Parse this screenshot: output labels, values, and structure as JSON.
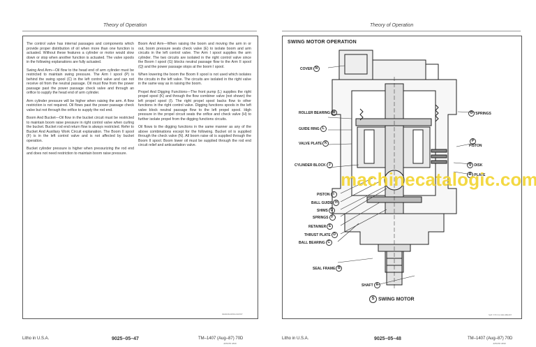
{
  "left_page": {
    "header": "Theory of Operation",
    "col1": [
      "The control valve has internal passages and components which provide proper distribution of oil when more than one function is actuated. Without these features a cylinder or motor would slow down or stop when another function is actuated. The valve spools in the following explanations are fully actuated.",
      "Swing And Arm—Oil flow to the head end of arm cylinder must be restricted to maintain swing pressure. The Arm I spool (P) is behind the swing spool (C) in the left control valve and can not receive oil from the neutral passage. Oil must flow from the power passage past the power passage check valve and through an orifice to supply the head end of arm cylinder.",
      "Arm cylinder pressure will be higher when raising the arm. A flow restriction is not required. Oil flows past the power passage check valve but not through the orifice to supply the rod end.",
      "Boom And Bucket—Oil flow in the bucket circuit must be restricted to maintain boom raise pressure in right control valve when curling the bucket. Bucket rod end return flow is always restricted. Refer to Bucket And Auxiliary Work Circuit explanation. The Boom II spool (F) is in the left control valve and is not affected by bucket operation.",
      "Bucket cylinder pressure is higher when pressurizing the rod end and does not need restriction to maintain boom raise pressure."
    ],
    "col2": [
      "Boom And Arm—When raising the boom and moving the arm in or out, boom pressure seats check valve (E) to isolate boom and arm circuits in the left control valve. The Arm I spool supplies the arm cylinder. The two circuits are isolated in the right control valve since the Boom I spool (G) blocks neutral passage flow to the Arm II spool (Q) and the power passage stops at the boom I spool.",
      "When lowering the boom the Boom II spool is not used which isolates the circuits in the left valve. The circuits are isolated in the right valve in the same way as in raising the boom.",
      "Propel And Digging Functions—The front pump (L) supplies the right propel spool (K) and through the flow combiner valve (not shown) the left propel spool (I). The right propel spool backs flow to other functions in the right control valve. Digging functions spools in the left valve block neutral passage flow to the left propel spool. High pressure in the propel circuit seats the orifice and check valve (H) to further isolate propel from the digging functions circuits.",
      "Oil flows to the digging functions in the same manner as any of the above combinations except for the following. Bucket oil is supplied through the check valve (N). All boom raise oil is supplied through the Boom II spool. Boom lower oil must be supplied through the rod end circuit relief and anticavitation valve."
    ],
    "col_code": "IM2D08-R059-030787",
    "footer_left": "Litho in U.S.A.",
    "footer_center": "9025–05–47",
    "footer_right": "TM–1407 (Aug–87) 70D",
    "footer_small": "JM5D55 0898"
  },
  "right_page": {
    "header": "Theory of Operation",
    "diagram_title": "SWING MOTOR OPERATION",
    "labels_left": [
      {
        "text": "COVER",
        "letter": "N"
      },
      {
        "text": "ROLLER BEARING",
        "letter": "M"
      },
      {
        "text": "GUIDE RING",
        "letter": "L"
      },
      {
        "text": "VALVE PLATE",
        "letter": "K"
      },
      {
        "text": "CYLINDER BLOCK",
        "letter": "J"
      },
      {
        "text": "PISTON",
        "letter": "I"
      },
      {
        "text": "BALL GUIDE",
        "letter": "H"
      },
      {
        "text": "SHIMS",
        "letter": "G"
      },
      {
        "text": "SPRINGS",
        "letter": "F"
      },
      {
        "text": "RETAINER",
        "letter": "E"
      },
      {
        "text": "THRUST PLATE",
        "letter": "D"
      },
      {
        "text": "BALL BEARING",
        "letter": "C"
      },
      {
        "text": "SEAL FRAME",
        "letter": "B"
      },
      {
        "text": "SHAFT",
        "letter": "A"
      }
    ],
    "labels_right": [
      {
        "text": "SPRINGS",
        "letter": "O"
      },
      {
        "text": "PISTON",
        "letter": "P"
      },
      {
        "text": "DISK",
        "letter": "Q"
      },
      {
        "text": "PLATE",
        "letter": "R"
      }
    ],
    "caption_letter": "S",
    "caption": "SWING MOTOR",
    "diagram_code": "SAT-7747-N 030-980187",
    "watermark": "machinecatalogic.com",
    "footer_left": "Litho in U.S.A.",
    "footer_center": "9025–05–48",
    "footer_right": "TM–1407 (Aug–87) 70D",
    "footer_small": "JM5D55 0898"
  }
}
